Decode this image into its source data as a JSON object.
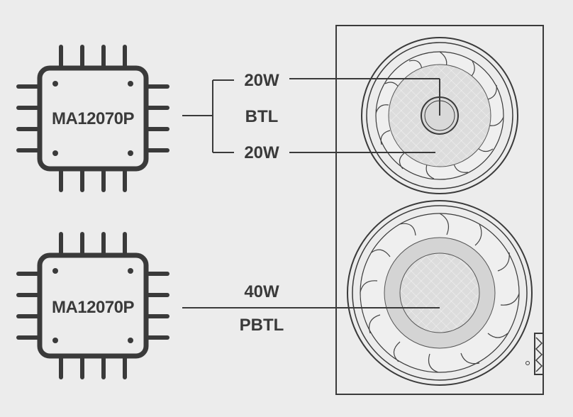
{
  "chips": [
    {
      "label": "MA12070P"
    },
    {
      "label": "MA12070P"
    }
  ],
  "outputs": {
    "btl_top_power": "20W",
    "btl_mode": "BTL",
    "btl_bottom_power": "20W",
    "pbtl_power": "40W",
    "pbtl_mode": "PBTL"
  },
  "icons": {
    "chip": "ic-chip-icon",
    "tweeter": "tweeter-speaker-icon",
    "woofer": "woofer-speaker-icon",
    "port": "connector-port-icon"
  },
  "colors": {
    "background": "#ececec",
    "stroke": "#3a3a3a",
    "cone_fill": "#d9d9d9"
  }
}
